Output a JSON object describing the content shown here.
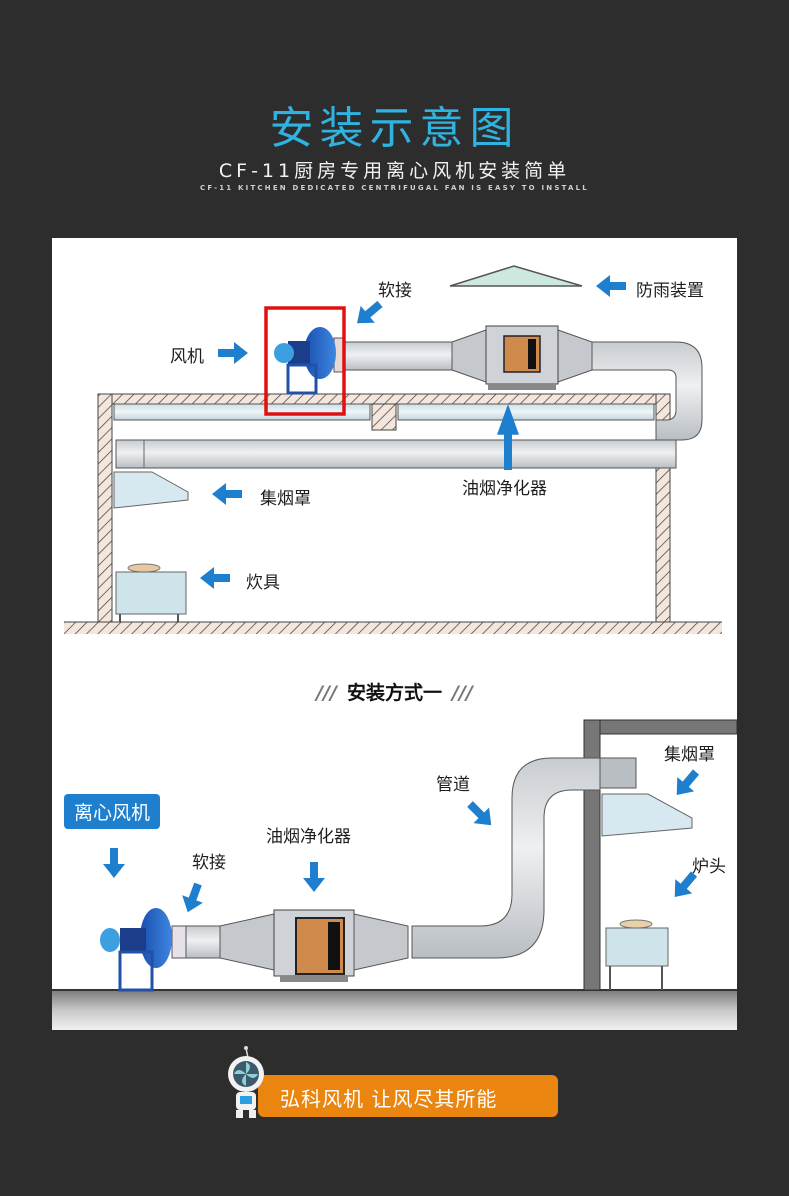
{
  "header": {
    "title": "安装示意图",
    "subtitle": "CF-11厨房专用离心风机安装简单",
    "subtitle_en": "CF-11 KITCHEN DEDICATED CENTRIFUGAL FAN IS EASY TO INSTALL"
  },
  "diagram_top": {
    "labels": {
      "fan": "风机",
      "soft_joint": "软接",
      "rain_guard": "防雨装置",
      "purifier": "油烟净化器",
      "hood": "集烟罩",
      "stove": "炊具"
    }
  },
  "section": {
    "title": "安装方式一",
    "deco": "///"
  },
  "diagram_bottom": {
    "badge": "离心风机",
    "labels": {
      "soft_joint": "软接",
      "purifier": "油烟净化器",
      "duct": "管道",
      "hood": "集烟罩",
      "burner": "炉头"
    }
  },
  "footer": {
    "slogan": "弘科风机  让风尽其所能"
  },
  "colors": {
    "accent_blue": "#2fb3e0",
    "arrow_blue": "#1f7fcf",
    "highlight_red": "#e01010",
    "footer_orange": "#ea860f",
    "background": "#2d2d2d"
  }
}
